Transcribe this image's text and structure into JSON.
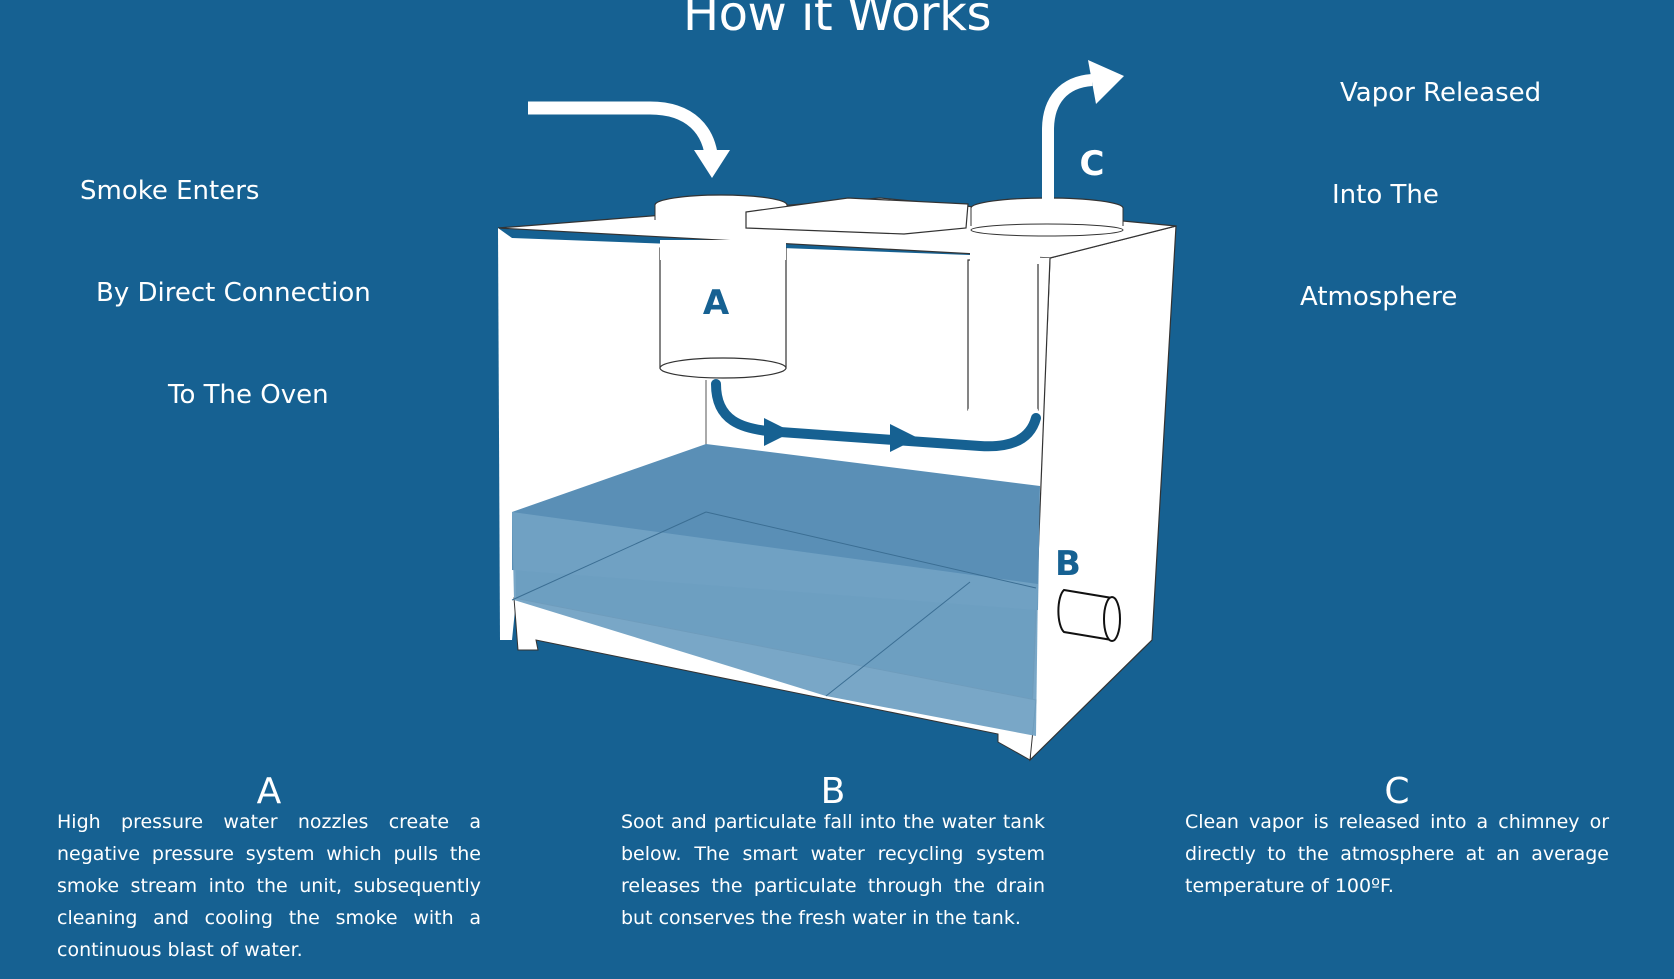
{
  "title": "How it Works",
  "callouts": {
    "smoke": [
      "Smoke Enters",
      "By Direct Connection",
      "To The Oven"
    ],
    "vapor": [
      "Vapor Released",
      "Into The",
      "Atmosphere"
    ]
  },
  "diagram": {
    "labels": {
      "a": "A",
      "b": "B",
      "c": "C"
    },
    "colors": {
      "background": "#166192",
      "unit": "#ffffff",
      "water_back": "#5a8fb6",
      "water_front": "#72a2c4",
      "accent": "#166192",
      "outline": "#222222"
    }
  },
  "steps": [
    {
      "letter": "A",
      "text": "High pressure water nozzles create a negative pressure system which pulls the smoke stream into the unit, subsequently cleaning and cooling the smoke with a continuous blast of water."
    },
    {
      "letter": "B",
      "text": "Soot and particulate fall into the water tank below. The smart water recycling system releases the particulate through the drain but conserves the fresh water in the tank."
    },
    {
      "letter": "C",
      "text": "Clean vapor is released into a chimney or directly to the atmosphere at an average temperature of 100ºF."
    }
  ]
}
